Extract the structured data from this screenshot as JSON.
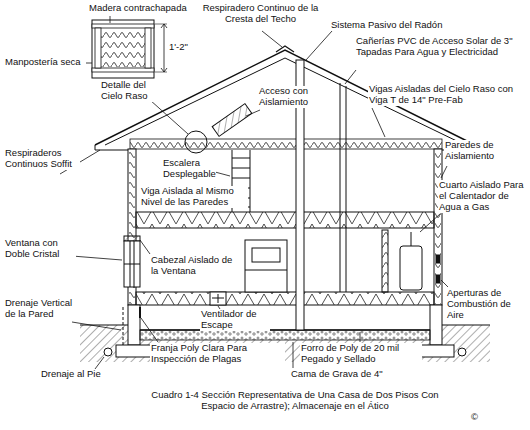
{
  "diagram": {
    "caption": "Cuadro 1-4  Sección Representativa de Una Casa de Dos Pisos Con Espacio de Arrastre); Almacenaje en el Ático",
    "labels": [
      "Madera contrachapada",
      "Respiradero Continuo de la Cresta del Techo",
      "Sistema Pasivo del Radón",
      "1'-2\"",
      "Cañerías PVC de Acceso Solar de 3\" Tapadas Para Agua y Electricidad",
      "Manpostería seca",
      "Detalle del Cielo Raso",
      "Acceso con Aislamiento",
      "Vigas Aisladas del Cielo Raso con Viga T de 14\" Pre-Fab",
      "Respiraderos Continuos Soffit",
      "Escalera Desplegable",
      "Paredes de Aislamiento",
      "Viga Aislada al Mismo Nivel de las Paredes",
      "Cuarto Aislado Para el Calentador de Agua a Gas",
      "Ventana con Doble Cristal",
      "Cabezal Aislado de la Ventana",
      "Aperturas de Combustión de Aire",
      "Ventilador de Escape",
      "Drenaje Vertical de la Pared",
      "Franja Poly Clara Para Inspección de Plagas",
      "Forro de Poly de 20 mil Pegado y Sellado",
      "Drenaje al Pie",
      "Cama de Grava de 4\"",
      "©"
    ]
  }
}
